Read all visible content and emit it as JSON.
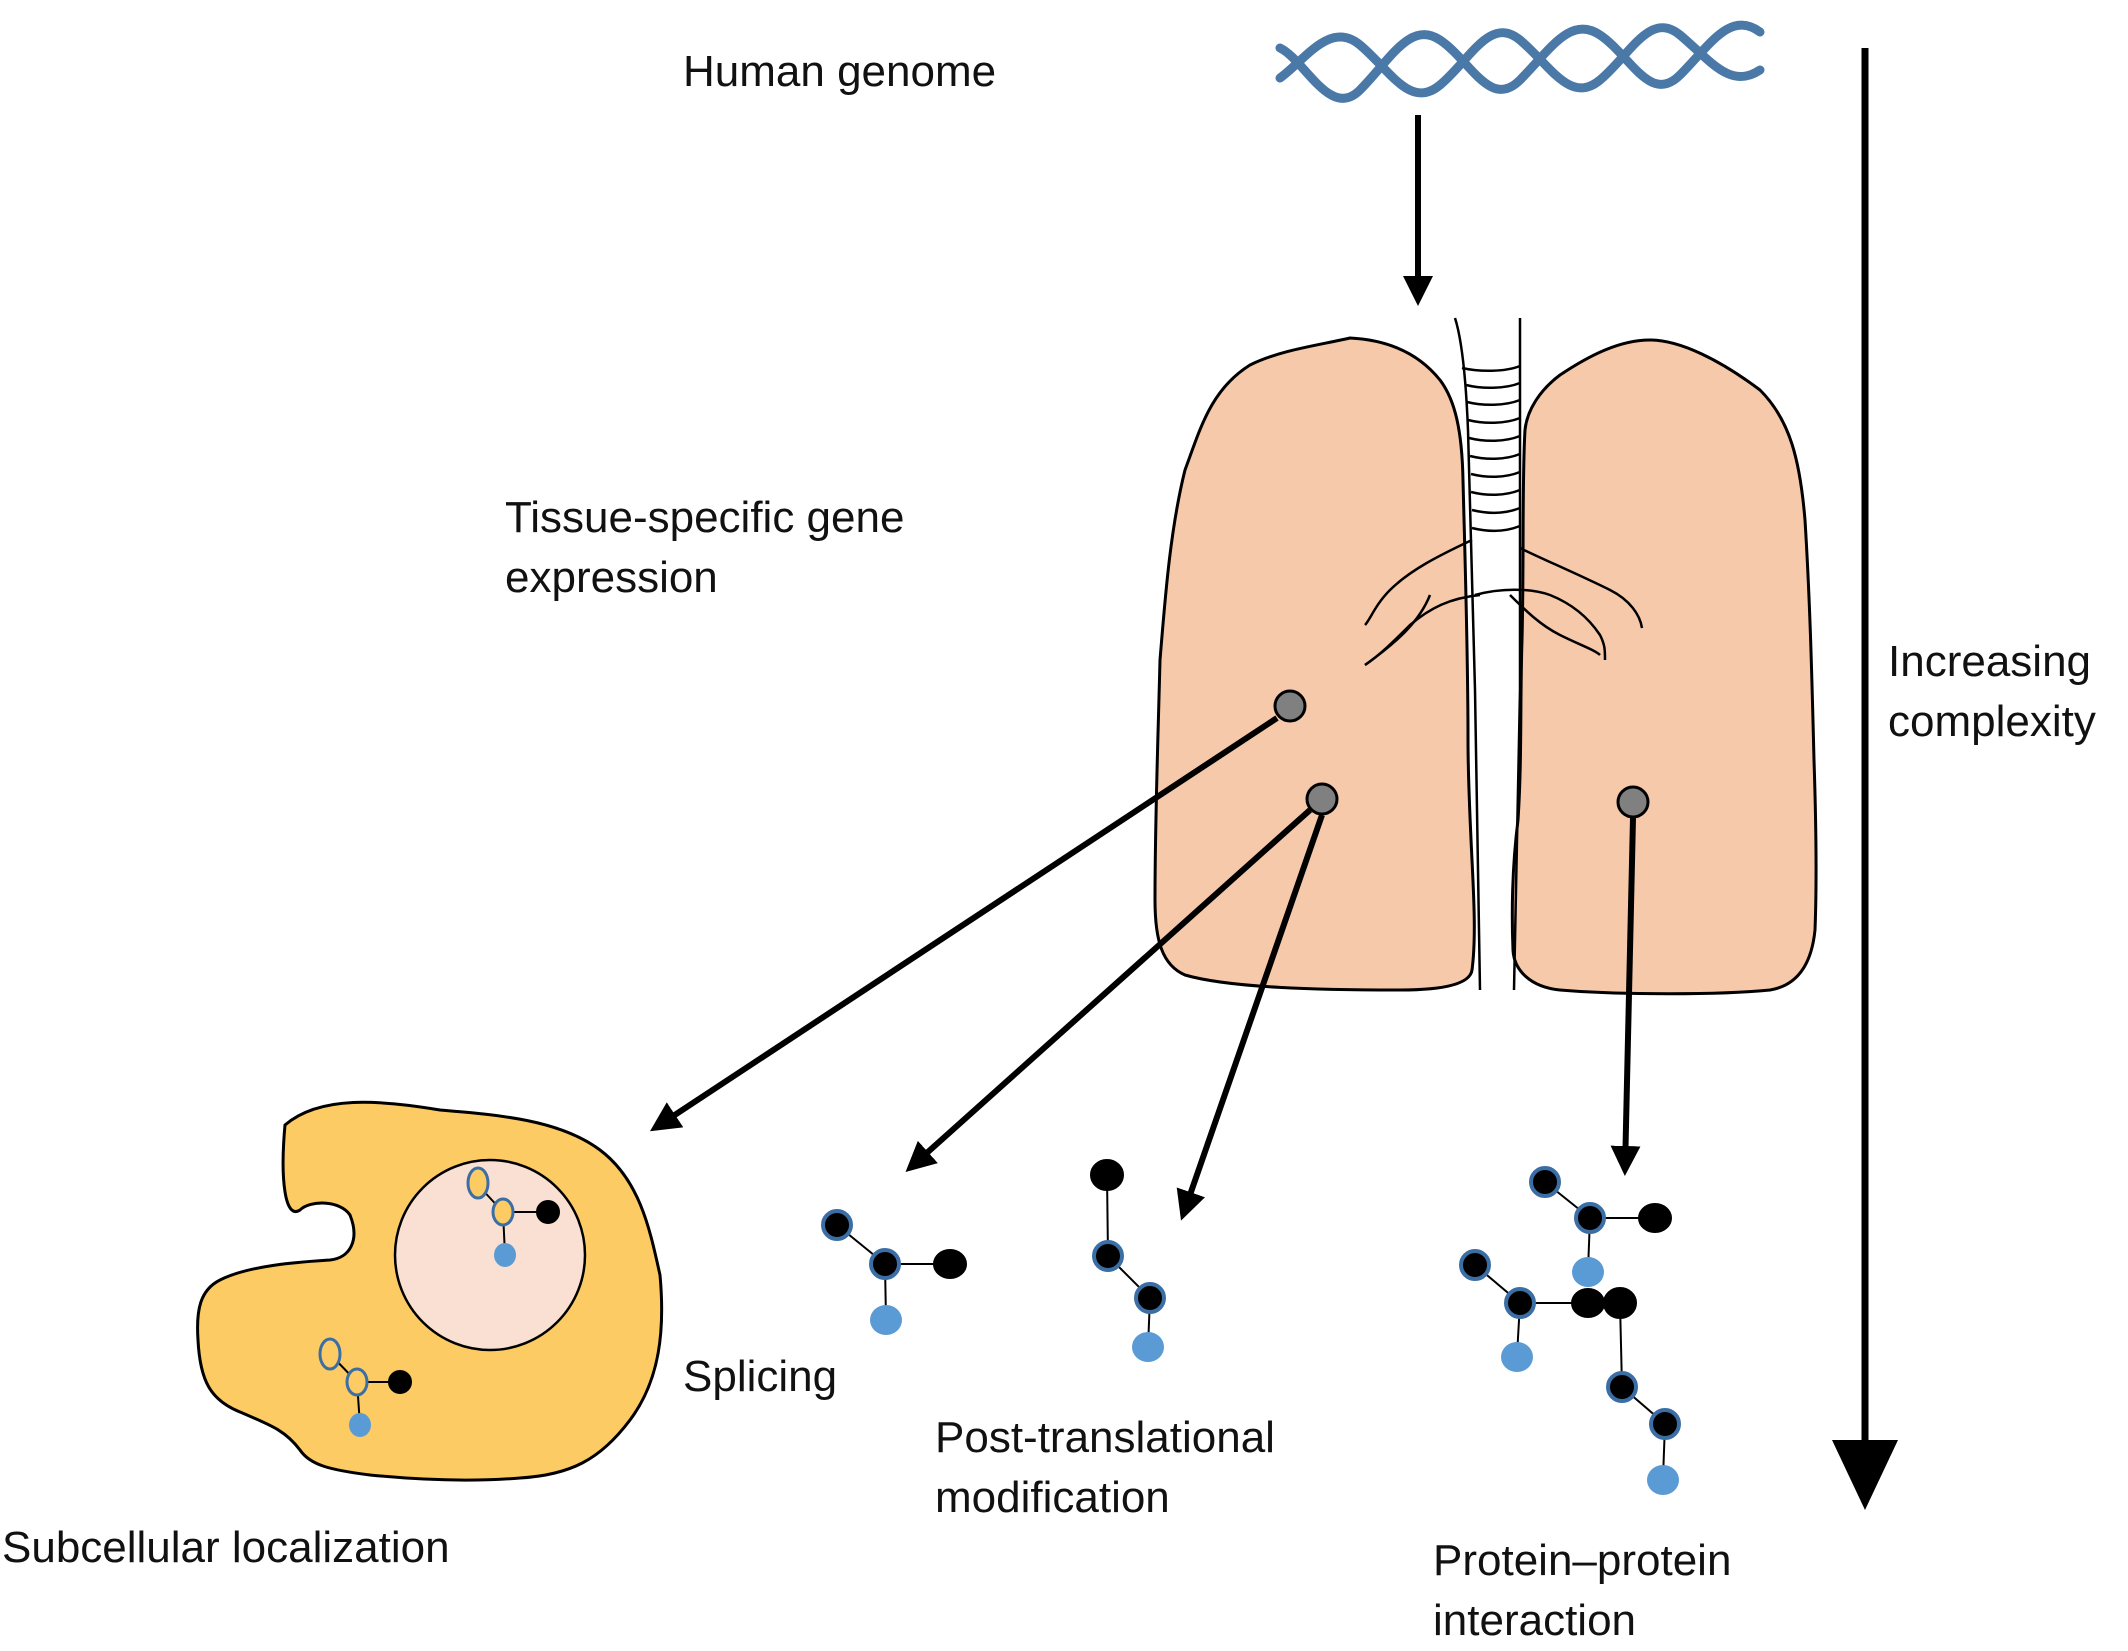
{
  "labels": {
    "human_genome": "Human genome",
    "tissue_expression": [
      "Tissue-specific gene",
      "expression"
    ],
    "increasing_complexity": [
      "Increasing",
      "complexity"
    ],
    "subcellular_localization": "Subcellular localization",
    "splicing": "Splicing",
    "post_translational": [
      "Post-translational",
      "modification"
    ],
    "protein_interaction": [
      "Protein–protein",
      "interaction"
    ]
  },
  "colors": {
    "dna": "#4a79a8",
    "lung_fill": "#f6c9aa",
    "cell_fill": "#fccb64",
    "nucleus_fill": "#f9e0d2",
    "node_black": "#000000",
    "node_border": "#3b6ea5",
    "node_blue": "#5a9bd5",
    "node_yellow": "#fccb64",
    "marker_grey": "#808080"
  }
}
